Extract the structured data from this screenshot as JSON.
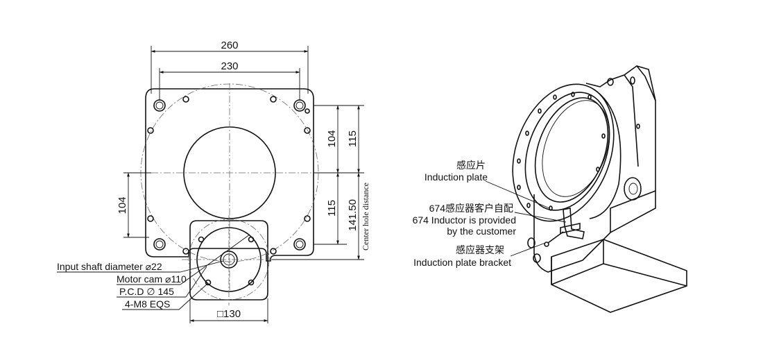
{
  "left_drawing": {
    "dims": {
      "width_260": "260",
      "width_230": "230",
      "height_104_right": "104",
      "height_115_right": "115",
      "height_115_lower": "115",
      "height_141_50": "141.50",
      "height_104_left": "104",
      "bottom_130": "□130",
      "center_hole_distance": "Center hole distance"
    },
    "callouts": {
      "input_shaft": "Input shaft diameter ⌀22",
      "motor_cam": "Motor cam ⌀110",
      "pcd": "P.C.D ∅ 145",
      "bolts": "4-M8 EQS"
    }
  },
  "right_drawing": {
    "labels": {
      "induction_plate_cn": "感应片",
      "induction_plate_en": "Induction plate",
      "inductor_cn": "674感应器客户自配",
      "inductor_en_1": "674 Inductor is provided",
      "inductor_en_2": "by the customer",
      "bracket_cn": "感应器支架",
      "bracket_en": "Induction plate bracket"
    }
  }
}
